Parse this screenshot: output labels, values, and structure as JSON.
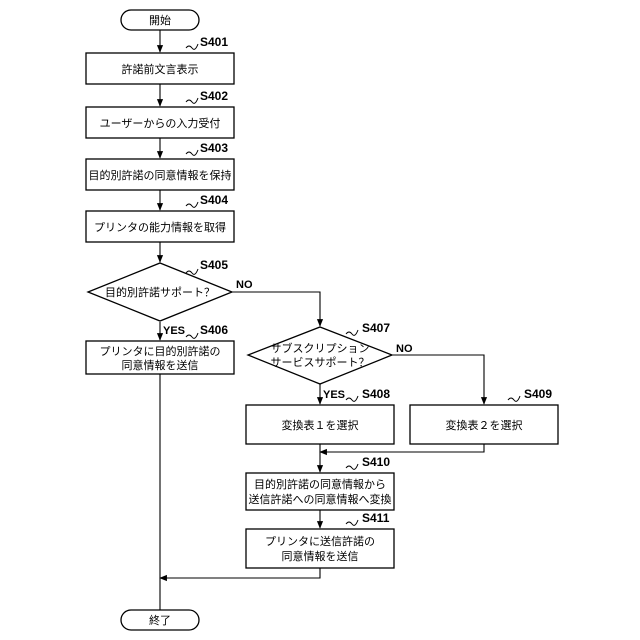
{
  "nodes": {
    "start": "開始",
    "s401": "許諾前文言表示",
    "s402": "ユーザーからの入力受付",
    "s403": "目的別許諾の同意情報を保持",
    "s404": "プリンタの能力情報を取得",
    "s405": "目的別許諾サポート？",
    "s406": [
      "プリンタに目的別許諾の",
      "同意情報を送信"
    ],
    "s407": [
      "サブスクリプション",
      "サービスサポート？"
    ],
    "s408": "変換表１を選択",
    "s409": "変換表２を選択",
    "s410": [
      "目的別許諾の同意情報から",
      "送信許諾への同意情報へ変換"
    ],
    "s411": [
      "プリンタに送信許諾の",
      "同意情報を送信"
    ],
    "end": "終了"
  },
  "step_labels": {
    "s401": "S401",
    "s402": "S402",
    "s403": "S403",
    "s404": "S404",
    "s405": "S405",
    "s406": "S406",
    "s407": "S407",
    "s408": "S408",
    "s409": "S409",
    "s410": "S410",
    "s411": "S411"
  },
  "branch_labels": {
    "s405_yes": "YES",
    "s405_no": "NO",
    "s407_yes": "YES",
    "s407_no": "NO"
  }
}
